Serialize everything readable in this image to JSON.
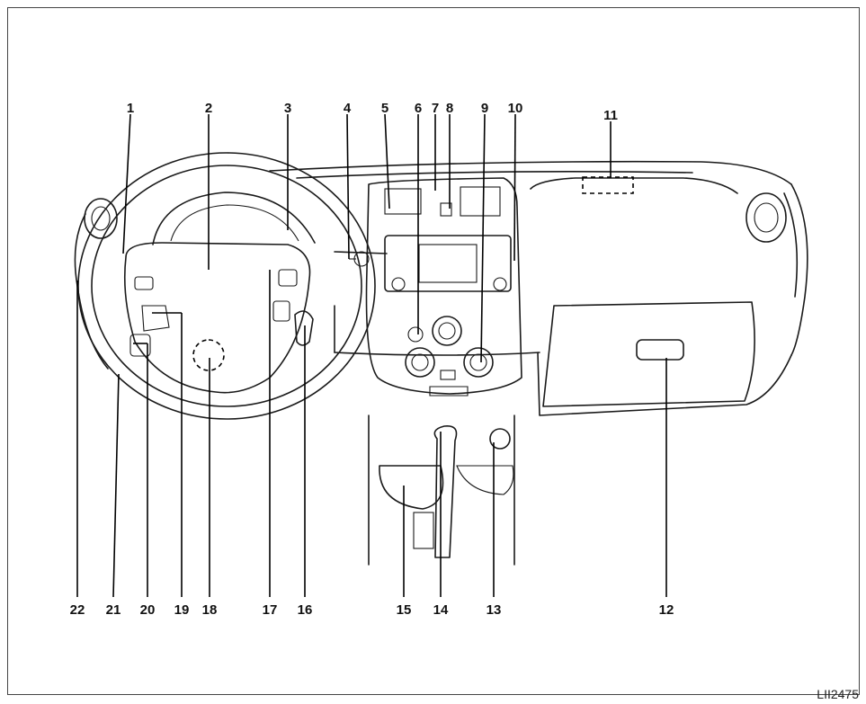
{
  "callouts": [
    {
      "label": "1"
    },
    {
      "label": "2"
    },
    {
      "label": "3"
    },
    {
      "label": "4"
    },
    {
      "label": "5"
    },
    {
      "label": "6"
    },
    {
      "label": "7"
    },
    {
      "label": "8"
    },
    {
      "label": "9"
    },
    {
      "label": "10"
    },
    {
      "label": "11"
    },
    {
      "label": "12"
    },
    {
      "label": "13"
    },
    {
      "label": "14"
    },
    {
      "label": "15"
    },
    {
      "label": "16"
    },
    {
      "label": "17"
    },
    {
      "label": "18"
    },
    {
      "label": "19"
    },
    {
      "label": "20"
    },
    {
      "label": "21"
    },
    {
      "label": "22"
    }
  ],
  "figure_code": "LII2475"
}
